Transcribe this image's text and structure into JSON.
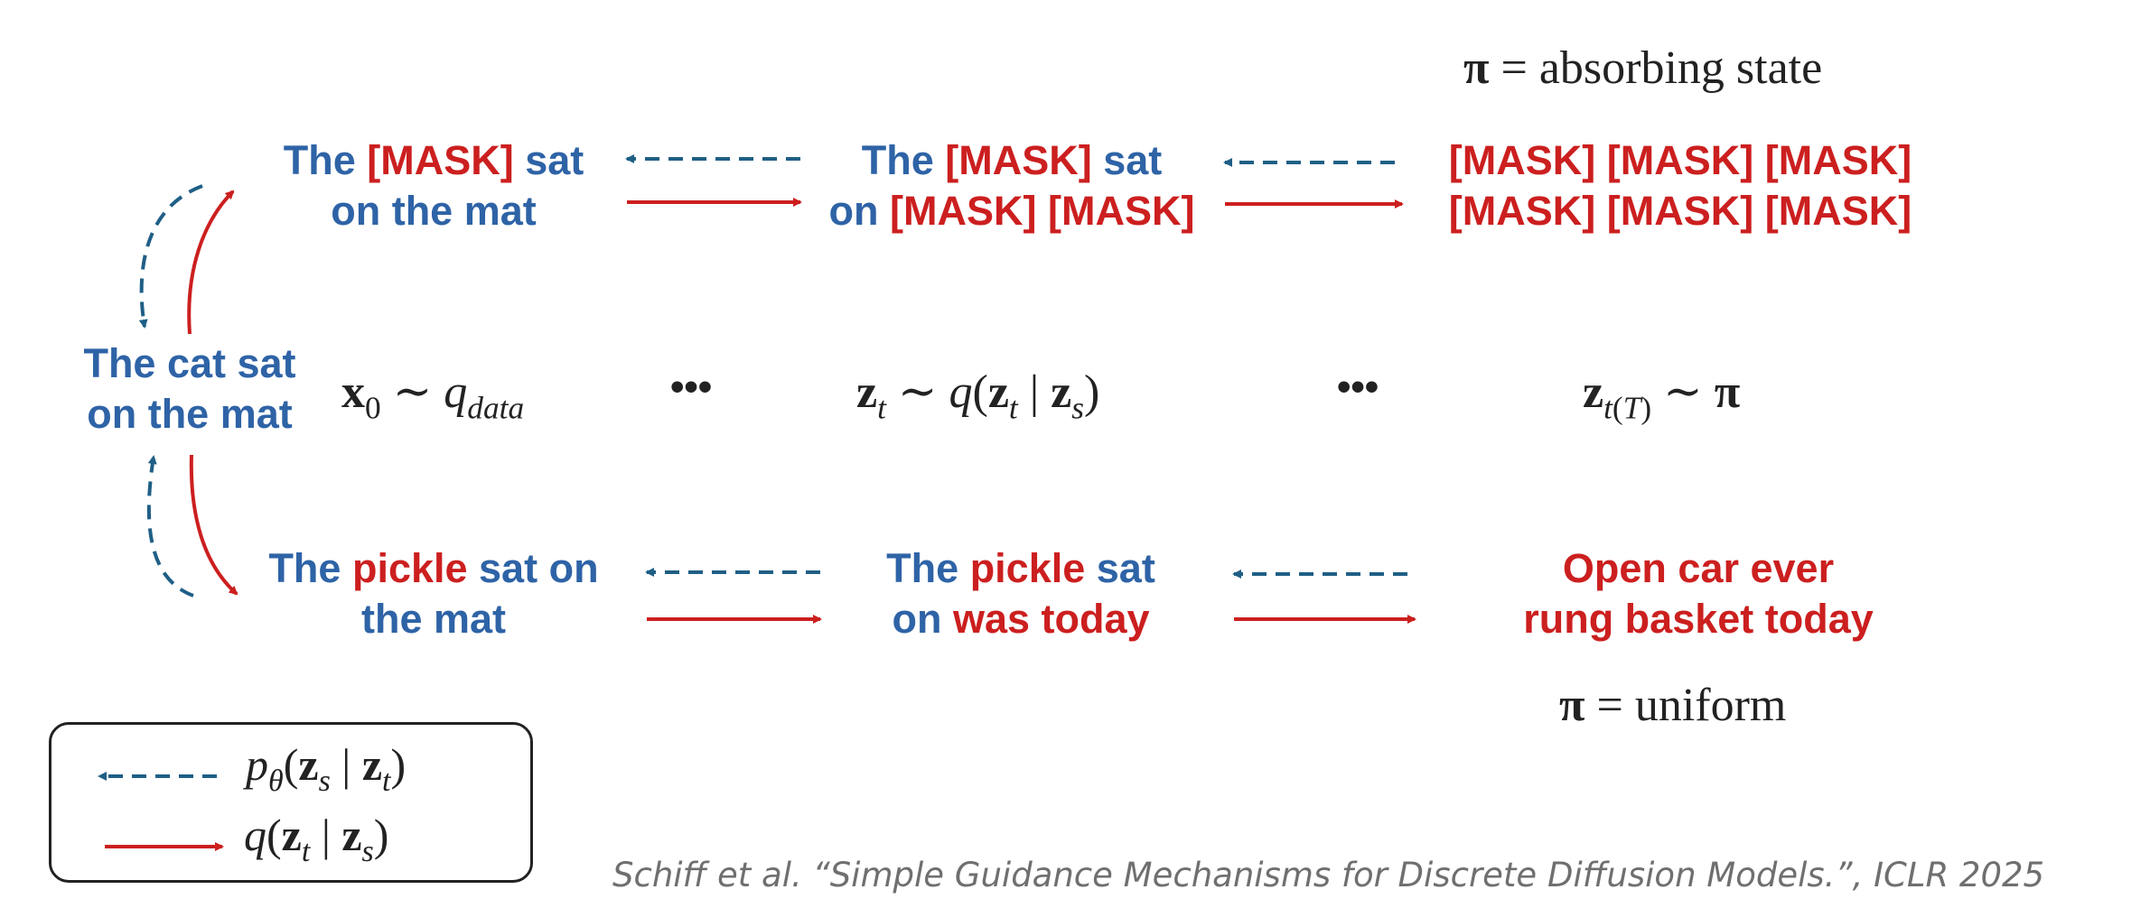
{
  "top_label": "π = absorbing state",
  "bottom_label": "π = uniform",
  "source": {
    "words": [
      "The",
      "cat",
      "sat",
      "on",
      "the",
      "mat"
    ],
    "line1": "The cat sat",
    "line2": "on the mat"
  },
  "masked_row": [
    {
      "line1": [
        {
          "t": "The ",
          "c": "blue"
        },
        {
          "t": "[MASK]",
          "c": "red"
        },
        {
          "t": " sat",
          "c": "blue"
        }
      ],
      "line2": [
        {
          "t": "on the mat",
          "c": "blue"
        }
      ]
    },
    {
      "line1": [
        {
          "t": "The ",
          "c": "blue"
        },
        {
          "t": "[MASK]",
          "c": "red"
        },
        {
          "t": " sat",
          "c": "blue"
        }
      ],
      "line2": [
        {
          "t": "on ",
          "c": "blue"
        },
        {
          "t": "[MASK] [MASK]",
          "c": "red"
        }
      ]
    },
    {
      "line1": [
        {
          "t": "[MASK] [MASK] [MASK]",
          "c": "red"
        }
      ],
      "line2": [
        {
          "t": "[MASK] [MASK] [MASK]",
          "c": "red"
        }
      ]
    }
  ],
  "uniform_row": [
    {
      "line1": [
        {
          "t": "The ",
          "c": "blue"
        },
        {
          "t": "pickle",
          "c": "red"
        },
        {
          "t": " sat on",
          "c": "blue"
        }
      ],
      "line2": [
        {
          "t": "the mat",
          "c": "blue"
        }
      ]
    },
    {
      "line1": [
        {
          "t": "The ",
          "c": "blue"
        },
        {
          "t": "pickle",
          "c": "red"
        },
        {
          "t": " sat",
          "c": "blue"
        }
      ],
      "line2": [
        {
          "t": "on ",
          "c": "blue"
        },
        {
          "t": "was today",
          "c": "red"
        }
      ]
    },
    {
      "line1": [
        {
          "t": "Open car ever",
          "c": "red"
        }
      ],
      "line2": [
        {
          "t": "rung basket today",
          "c": "red"
        }
      ]
    }
  ],
  "middle_row": {
    "x0": "x₀ ∼ q_data",
    "dots": "…",
    "zt": "z_t ∼ q(z_t | z_s)",
    "zT": "z_t(T) ∼ π"
  },
  "legend": {
    "reverse": "p_θ(z_s | z_t)",
    "forward": "q(z_t | z_s)"
  },
  "citation": "Schiff et al. “Simple Guidance Mechanisms for Discrete Diffusion Models.”, ICLR 2025",
  "colors": {
    "blue": "#2e63a6",
    "red": "#cc1f1f",
    "dashed_arrow": "#1f5f86",
    "solid_arrow": "#cc1f1f"
  }
}
